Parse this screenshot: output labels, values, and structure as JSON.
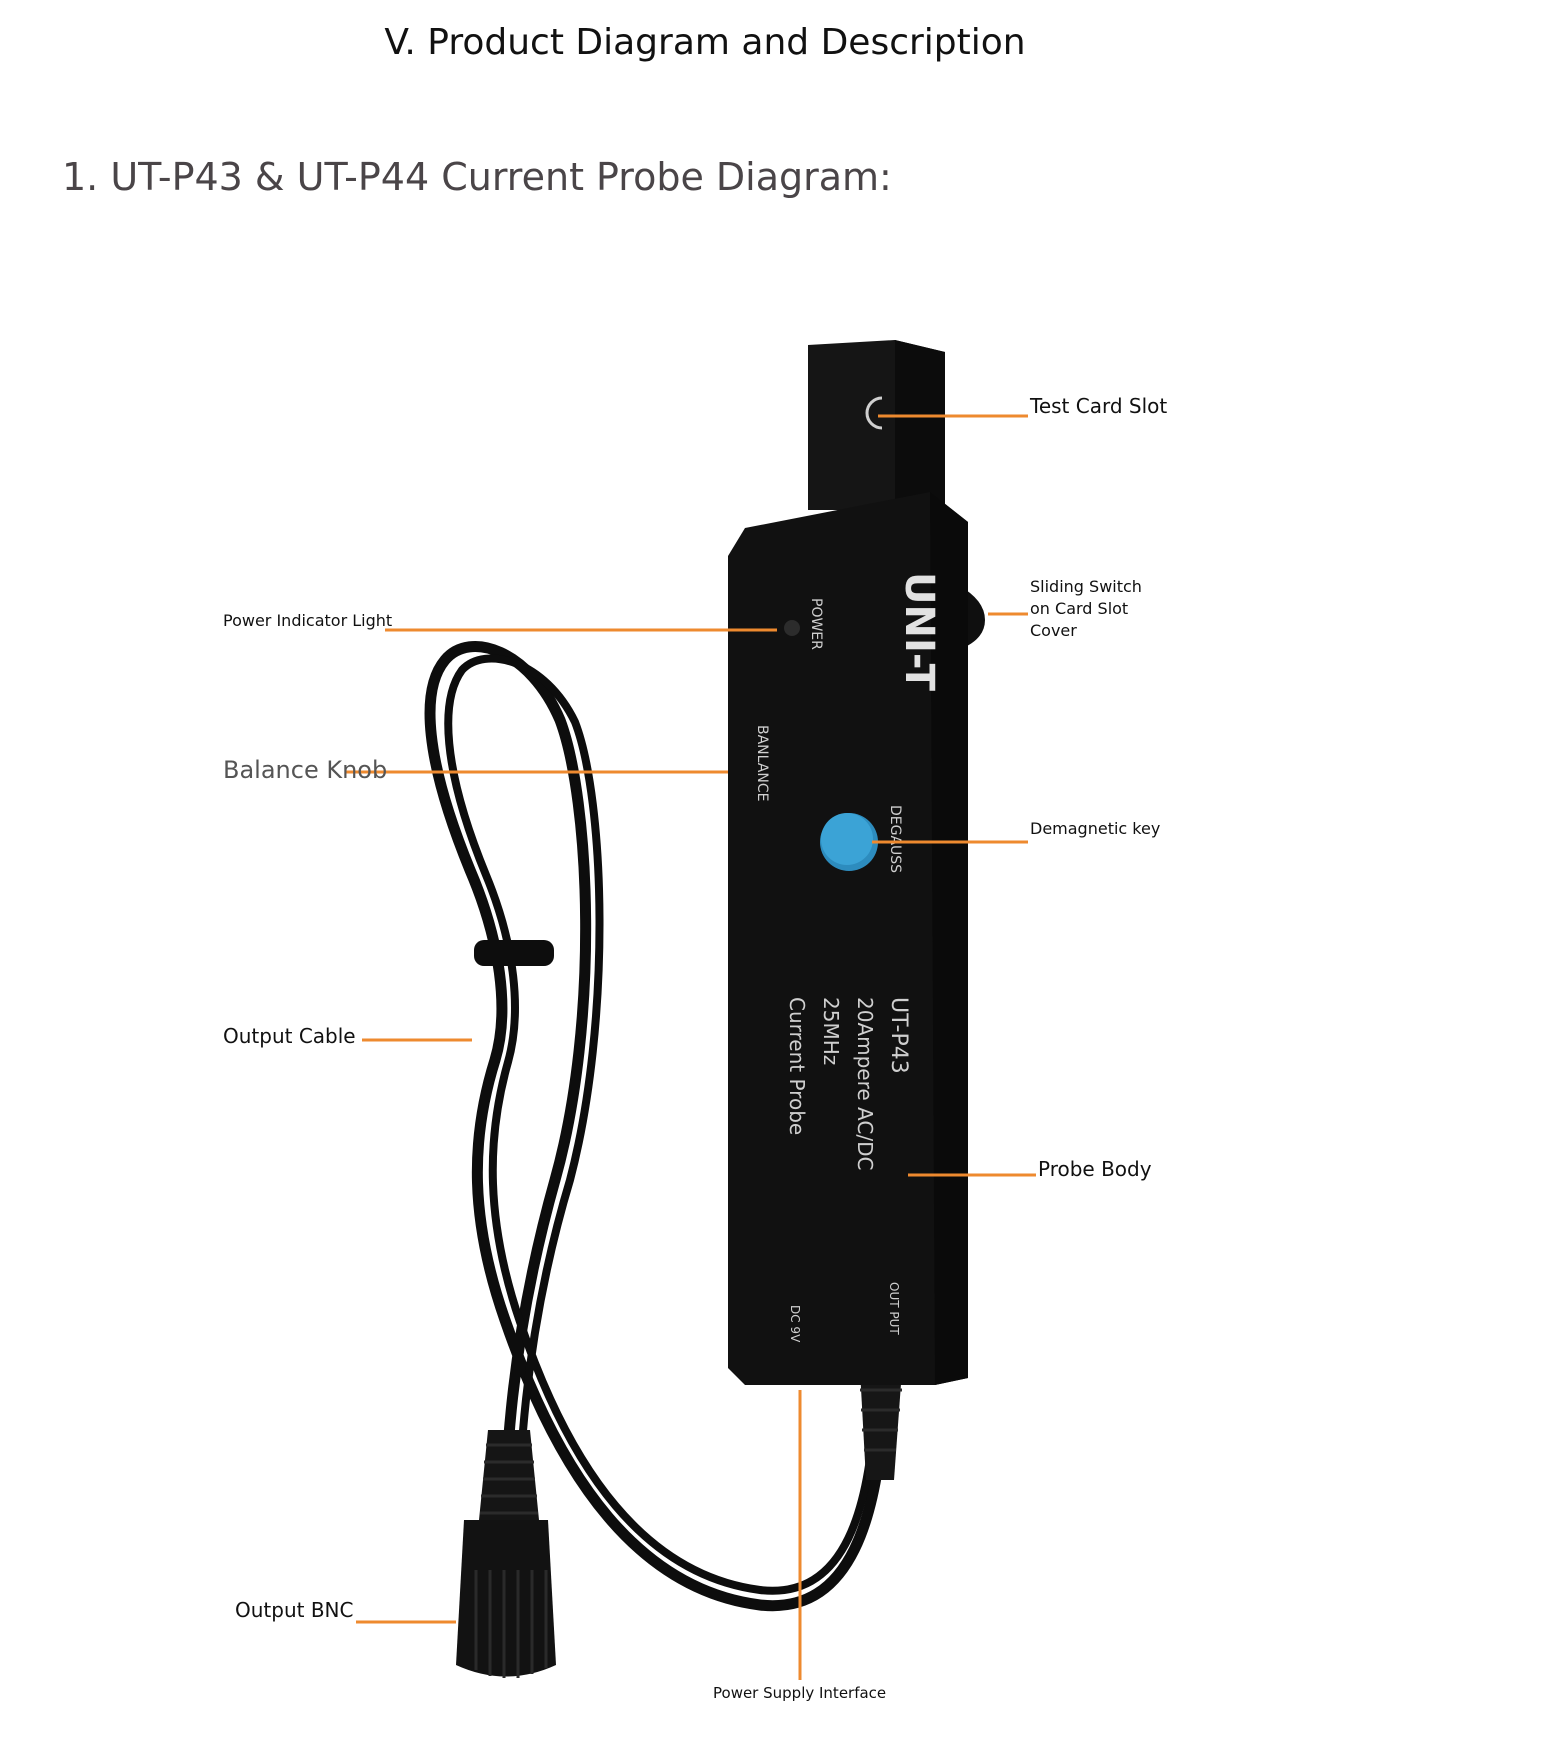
{
  "heading": {
    "title": "V. Product Diagram and Description",
    "subtitle": "1. UT-P43 & UT-P44 Current Probe Diagram:"
  },
  "colors": {
    "leader_line": "#ee8a2f",
    "probe_body": "#111111",
    "degauss_button": "#3ba3d6",
    "cable": "#0d0d0d"
  },
  "probe": {
    "brand": "UNI-T",
    "power_label": "POWER",
    "balance_label": "BANLANCE",
    "degauss_label": "DEGAUSS",
    "model": "UT-P43",
    "spec_range": "20Ampere AC/DC",
    "spec_bandwidth": "25MHz",
    "spec_type": "Current Probe",
    "output_label": "OUT PUT",
    "dc_label": "DC 9V"
  },
  "callouts": {
    "test_card_slot": "Test Card Slot",
    "sliding_switch": [
      "Sliding Switch",
      "on Card Slot",
      "Cover"
    ],
    "power_indicator": "Power Indicator Light",
    "balance_knob": "Balance Knob",
    "demagnetic_key": "Demagnetic key",
    "output_cable": "Output Cable",
    "probe_body": "Probe Body",
    "output_bnc": "Output BNC",
    "power_supply": "Power Supply Interface"
  }
}
